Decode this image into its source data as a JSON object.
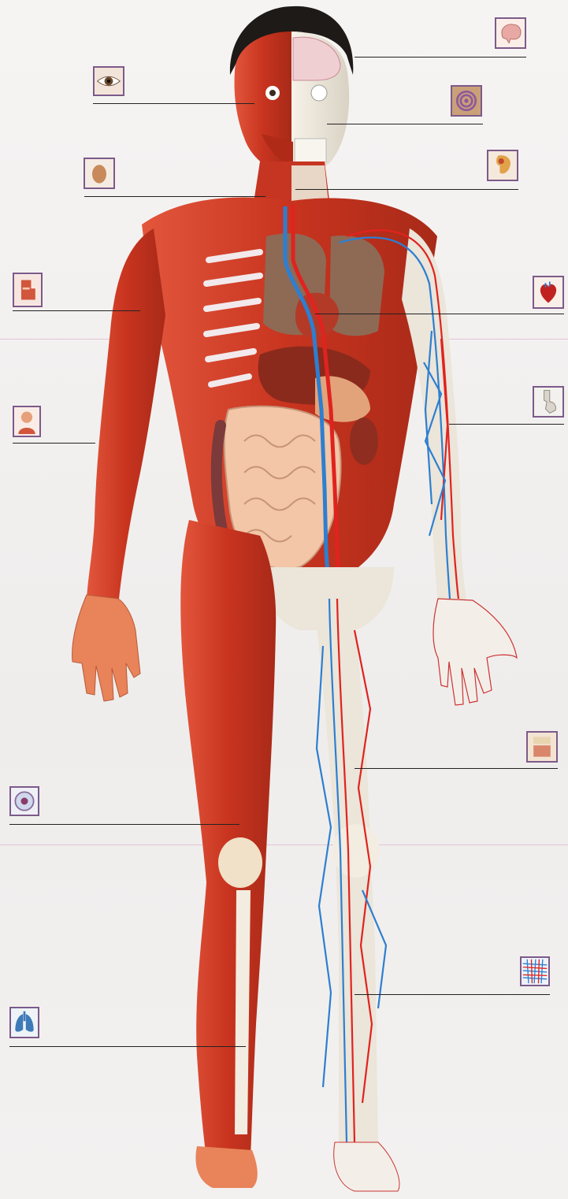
{
  "figure": {
    "description_free": true
  },
  "callouts": [
    {
      "id": "eye",
      "icon": "eye-icon"
    },
    {
      "id": "brain",
      "icon": "brain-icon"
    },
    {
      "id": "ear",
      "icon": "ear-icon"
    },
    {
      "id": "face",
      "icon": "face-icon"
    },
    {
      "id": "kidney",
      "icon": "kidney-icon"
    },
    {
      "id": "stomach",
      "icon": "stomach-icon"
    },
    {
      "id": "heart",
      "icon": "heart-icon"
    },
    {
      "id": "skin-head",
      "icon": "skin-icon"
    },
    {
      "id": "bone-joint",
      "icon": "bone-icon"
    },
    {
      "id": "knee-cartilage",
      "icon": "cartilage-icon"
    },
    {
      "id": "cell",
      "icon": "cell-icon"
    },
    {
      "id": "capillary-net",
      "icon": "capillary-icon"
    },
    {
      "id": "lungs",
      "icon": "lungs-icon"
    }
  ],
  "colors": {
    "muscle": "#c8341f",
    "muscle_dark": "#9e2414",
    "bone": "#efe9dd",
    "artery": "#e0231f",
    "vein": "#2d7fd0",
    "leader": "#222222",
    "frame": "#7c5a8a"
  }
}
